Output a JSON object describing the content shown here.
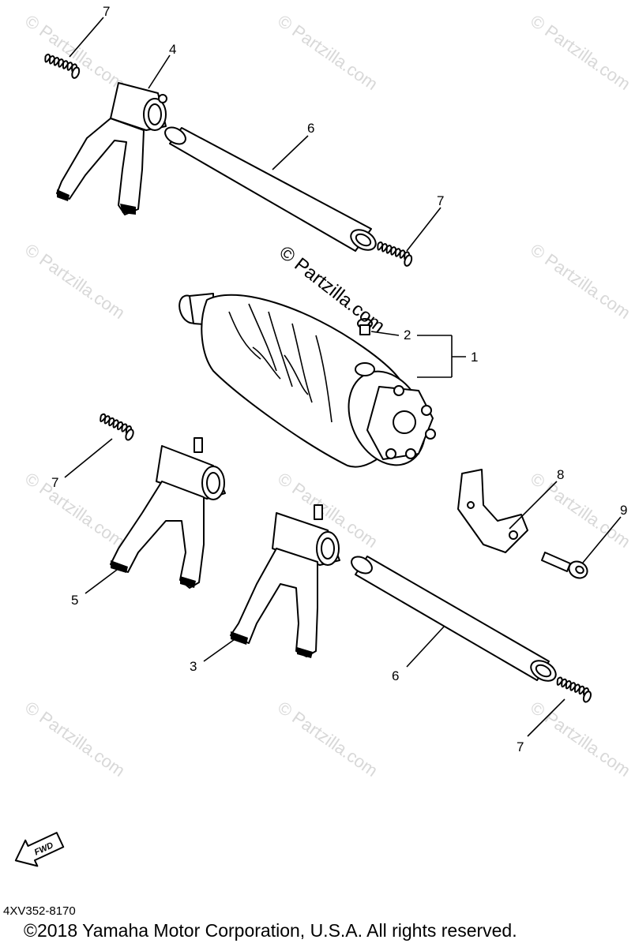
{
  "watermark": {
    "main": "© Partzilla.com",
    "faint": "© Partzilla.com"
  },
  "callouts": {
    "c1": "1",
    "c2": "2",
    "c3": "3",
    "c4": "4",
    "c5": "5",
    "c6a": "6",
    "c6b": "6",
    "c7a": "7",
    "c7b": "7",
    "c7c": "7",
    "c7d": "7",
    "c8": "8",
    "c9": "9"
  },
  "fwd_label": "FWD",
  "diagram_code": "4XV352-8170",
  "copyright": "©2018  Yamaha Motor Corporation, U.S.A. All rights reserved."
}
